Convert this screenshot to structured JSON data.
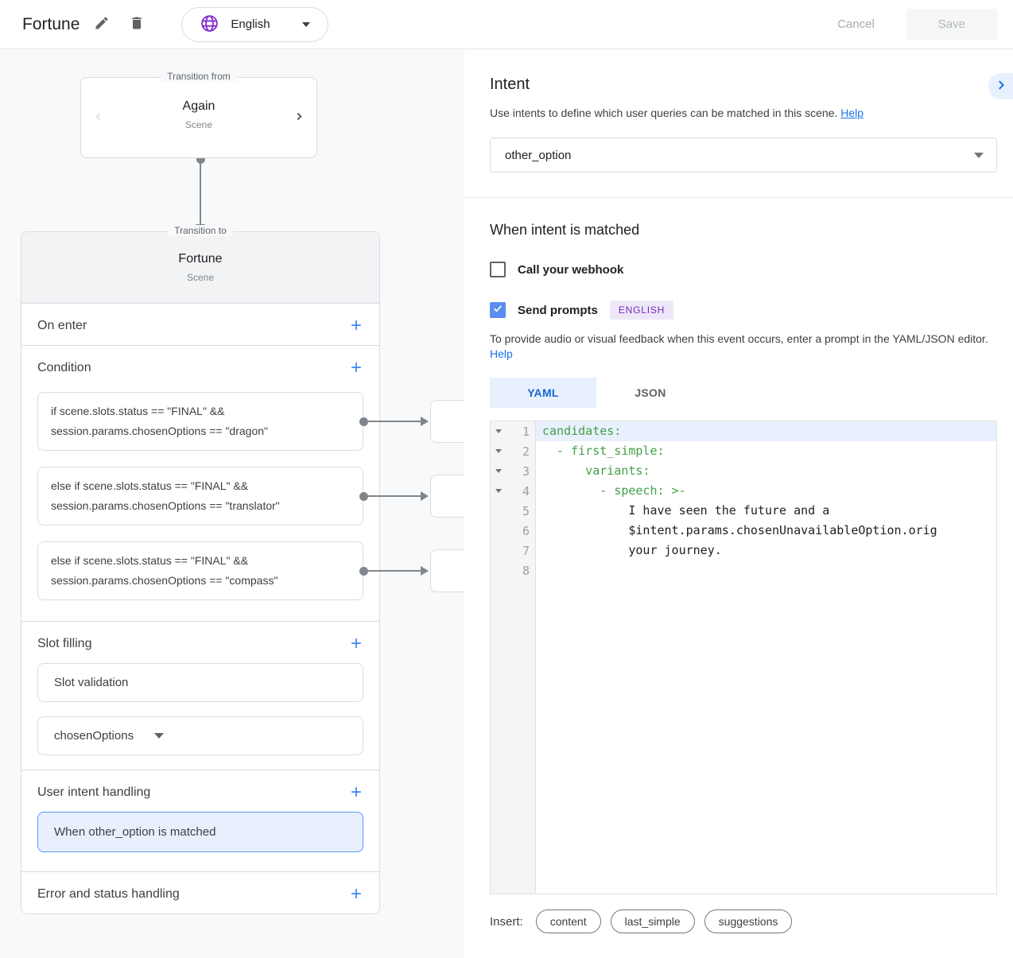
{
  "topbar": {
    "title": "Fortune",
    "language": "English",
    "cancel_label": "Cancel",
    "save_label": "Save"
  },
  "icons": {
    "add": "+"
  },
  "flow": {
    "transition_from_label": "Transition from",
    "from_scene": {
      "name": "Again",
      "type": "Scene"
    },
    "transition_to_label": "Transition to",
    "to_scene": {
      "name": "Fortune",
      "type": "Scene"
    },
    "sections": {
      "on_enter": "On enter",
      "condition": "Condition",
      "slot_filling": "Slot filling",
      "user_intent_handling": "User intent handling",
      "error_handling": "Error and status handling"
    },
    "conditions": [
      {
        "line1": "if scene.slots.status == \"FINAL\" &&",
        "line2": "session.params.chosenOptions == \"dragon\""
      },
      {
        "line1": "else if scene.slots.status == \"FINAL\" &&",
        "line2": "session.params.chosenOptions == \"translator\""
      },
      {
        "line1": "else if scene.slots.status == \"FINAL\" &&",
        "line2": "session.params.chosenOptions == \"compass\""
      }
    ],
    "slot_validation_label": "Slot validation",
    "slot_name": "chosenOptions",
    "intent_handler_label": "When other_option is matched"
  },
  "intent_panel": {
    "title": "Intent",
    "description": "Use intents to define which user queries can be matched in this scene.",
    "help_label": "Help",
    "selected_intent": "other_option",
    "matched_heading": "When intent is matched",
    "webhook_label": "Call your webhook",
    "send_prompts_label": "Send prompts",
    "language_badge": "ENGLISH",
    "prompt_description": "To provide audio or visual feedback when this event occurs, enter a prompt in the YAML/JSON editor.",
    "prompt_help_label": "Help",
    "tabs": {
      "yaml": "YAML",
      "json": "JSON"
    },
    "insert_label": "Insert:",
    "insert_chips": {
      "0": "content",
      "1": "last_simple",
      "2": "suggestions"
    }
  },
  "editor": {
    "lines": [
      {
        "num": "1",
        "text": "candidates:"
      },
      {
        "num": "2",
        "text": "  - first_simple:"
      },
      {
        "num": "3",
        "text": "      variants:"
      },
      {
        "num": "4",
        "text": "        - speech: >-"
      },
      {
        "num": "5",
        "text": "            I have seen the future and a"
      },
      {
        "num": "6",
        "text": "            $intent.params.chosenUnavailableOption.orig"
      },
      {
        "num": "7",
        "text": "            your journey."
      },
      {
        "num": "8",
        "text": ""
      }
    ]
  },
  "colors": {
    "accent_blue": "#1a73e8",
    "checkbox_blue": "#5b8def",
    "selected_bg": "#e8f0fe",
    "selected_border": "#5e97f6",
    "code_key_green": "#43a047",
    "badge_purple_text": "#7627bb",
    "badge_purple_bg": "#ede7f8",
    "globe_purple": "#8430ce",
    "connector_gray": "#80868b"
  }
}
